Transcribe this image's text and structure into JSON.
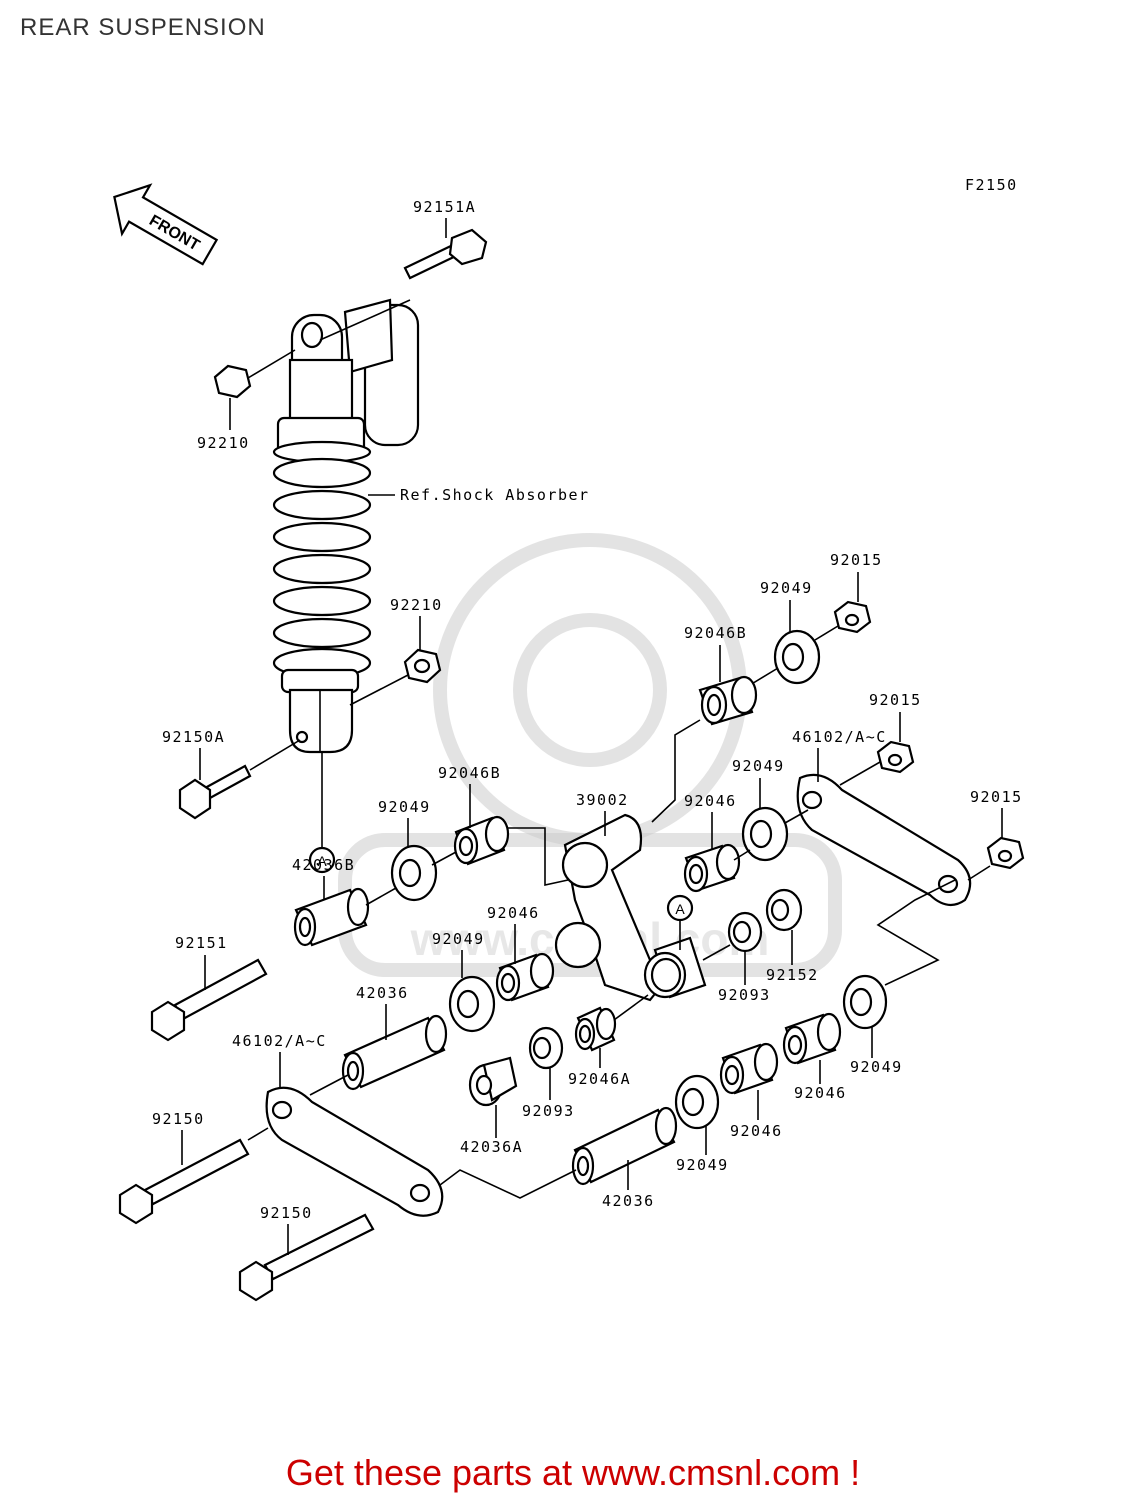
{
  "header": {
    "title": "REAR SUSPENSION"
  },
  "figure_code": "F2150",
  "front_arrow_label": "FRONT",
  "ref_note": "Ref.Shock Absorber",
  "ref_marks": [
    "A",
    "A"
  ],
  "watermark": "www.cmsnl.com",
  "footer": {
    "text": "Get these parts at www.cmsnl.com !",
    "color": "#cc0000"
  },
  "parts": [
    "92151A",
    "92210",
    "92210",
    "92150A",
    "92015",
    "92049",
    "92046B",
    "92015",
    "46102/A~C",
    "92049",
    "92015",
    "39002",
    "92046B",
    "92049",
    "42036B",
    "92046",
    "92151",
    "92046",
    "92049",
    "92093",
    "92152",
    "42036",
    "46102/A~C",
    "92093",
    "92046A",
    "42036A",
    "92150",
    "92150",
    "42036",
    "92049",
    "92046",
    "92046",
    "92049"
  ]
}
